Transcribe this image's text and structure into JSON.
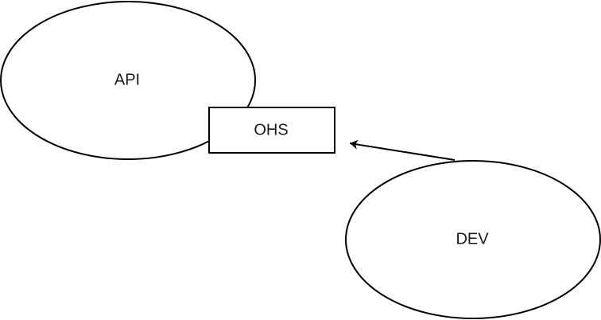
{
  "diagram": {
    "nodes": {
      "api": {
        "label": "API",
        "shape": "ellipse"
      },
      "ohs": {
        "label": "OHS",
        "shape": "rectangle"
      },
      "dev": {
        "label": "DEV",
        "shape": "ellipse"
      }
    },
    "edges": [
      {
        "from": "dev",
        "to": "ohs",
        "style": "arrow"
      }
    ],
    "colors": {
      "stroke": "#000000",
      "fill": "#ffffff",
      "text": "#1a1a1a"
    }
  }
}
